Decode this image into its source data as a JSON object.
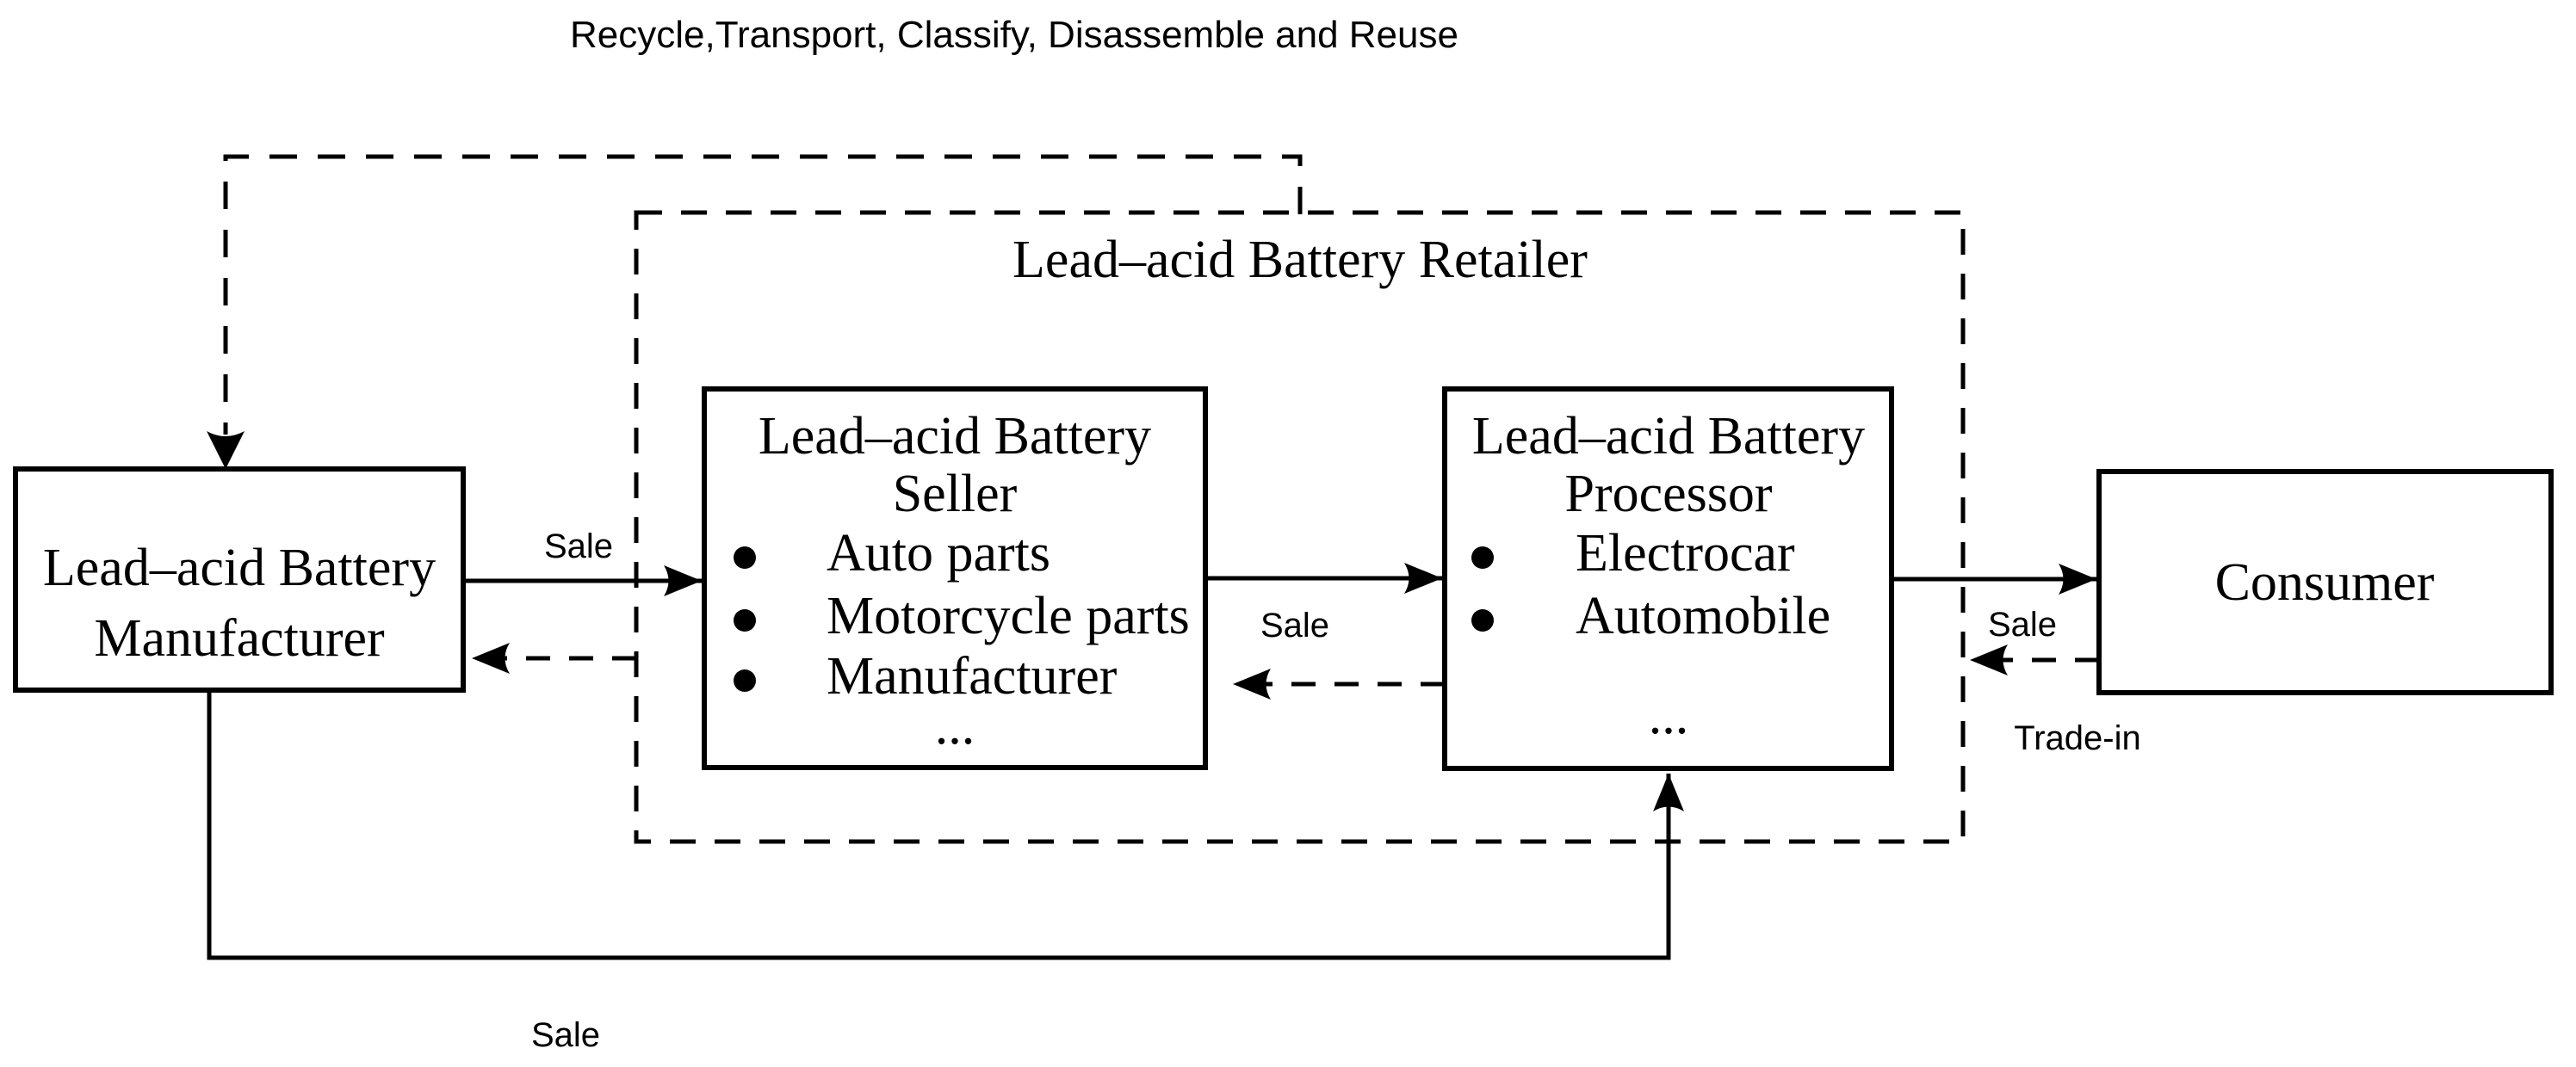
{
  "diagram": {
    "top_note": "Recycle,Transport, Classify, Disassemble and Reuse",
    "retailer": {
      "title": "Lead–acid Battery Retailer"
    },
    "nodes": {
      "manufacturer": {
        "line1": "Lead–acid Battery",
        "line2": "Manufacturer"
      },
      "seller": {
        "line1": "Lead–acid Battery",
        "line2": "Seller",
        "items": [
          "Auto parts",
          "Motorcycle parts",
          "Manufacturer"
        ],
        "more": "..."
      },
      "processor": {
        "line1": "Lead–acid Battery",
        "line2": "Processor",
        "items": [
          "Electrocar",
          "Automobile"
        ],
        "more": "..."
      },
      "consumer": {
        "label": "Consumer"
      }
    },
    "edges": {
      "sale_manufacturer_to_seller": "Sale",
      "sale_seller_to_processor": "Sale",
      "sale_processor_to_consumer": "Sale",
      "sale_manufacturer_to_processor": "Sale",
      "trade_in": "Trade-in"
    },
    "colors": {
      "line": "#000000",
      "background": "#ffffff"
    }
  }
}
